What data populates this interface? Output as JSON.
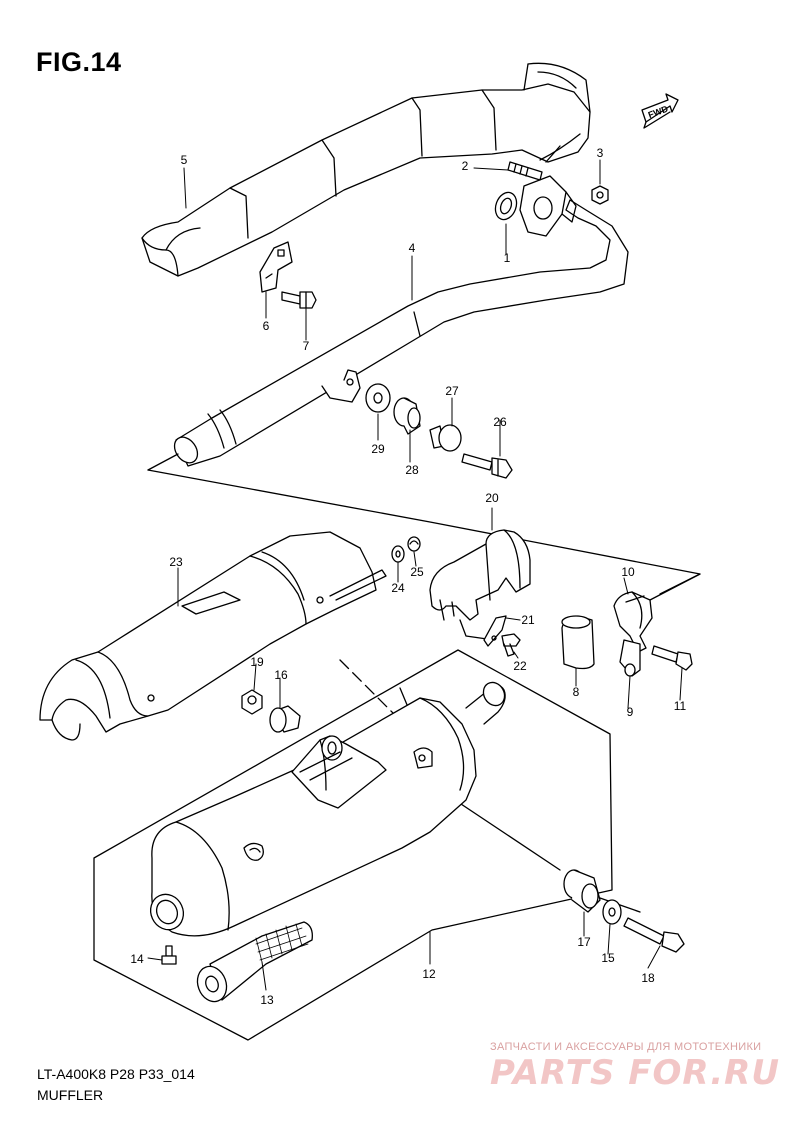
{
  "figure": {
    "title": "FIG.14",
    "model_code": "LT-A400K8 P28 P33_014",
    "section": "MUFFLER",
    "direction_label": "FWD"
  },
  "callouts": [
    "1",
    "2",
    "3",
    "4",
    "5",
    "6",
    "7",
    "8",
    "9",
    "10",
    "11",
    "12",
    "13",
    "14",
    "15",
    "16",
    "17",
    "18",
    "19",
    "20",
    "21",
    "22",
    "23",
    "24",
    "25",
    "26",
    "27",
    "28",
    "29"
  ],
  "watermark": {
    "subtitle": "ЗАПЧАСТИ И АКСЕССУАРЫ ДЛЯ МОТОТЕХНИКИ",
    "logo": "PARTS FOR.RU"
  },
  "colors": {
    "line": "#000000",
    "background": "#ffffff",
    "watermark": "#f2c6c6"
  }
}
